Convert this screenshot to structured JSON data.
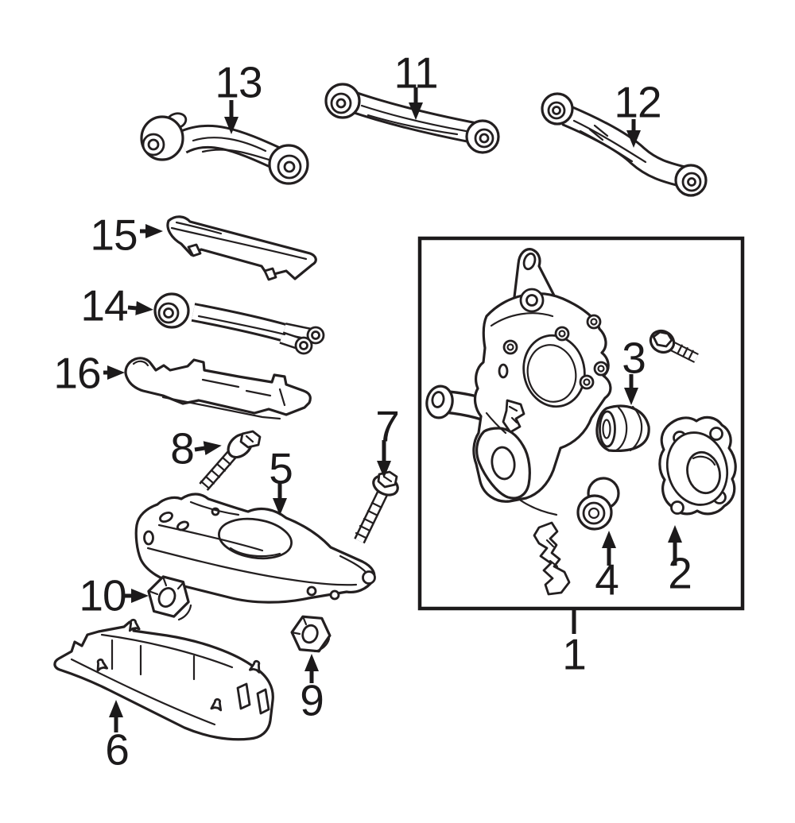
{
  "callouts": {
    "c1": "1",
    "c2": "2",
    "c3": "3",
    "c4": "4",
    "c5": "5",
    "c6": "6",
    "c7": "7",
    "c8": "8",
    "c9": "9",
    "c10": "10",
    "c11": "11",
    "c12": "12",
    "c13": "13",
    "c14": "14",
    "c15": "15",
    "c16": "16"
  },
  "colors": {
    "line": "#231f20",
    "background": "#ffffff"
  }
}
